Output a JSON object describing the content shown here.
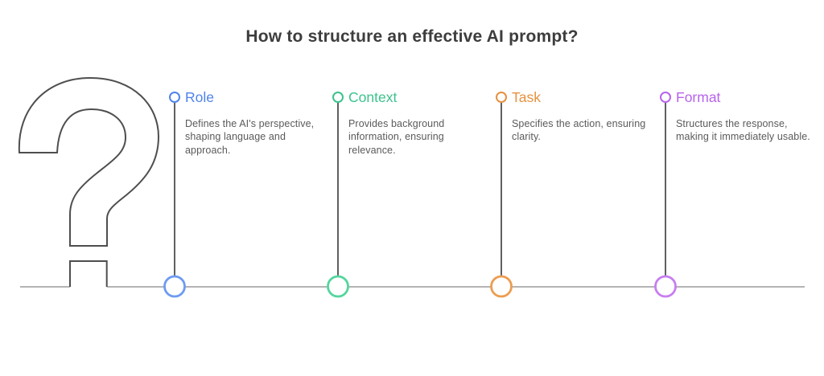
{
  "title": "How to structure an effective AI prompt?",
  "title_color": "#3d3d3d",
  "columns": [
    {
      "label": "Role",
      "description": "Defines the AI's perspective, shaping language and approach.",
      "color": "#4f83eb",
      "node_color": "#6d9bf2"
    },
    {
      "label": "Context",
      "description": "Provides background information, ensuring relevance.",
      "color": "#3cc28d",
      "node_color": "#54d59d"
    },
    {
      "label": "Task",
      "description": "Specifies the action, ensuring clarity.",
      "color": "#e6913f",
      "node_color": "#ec9d50"
    },
    {
      "label": "Format",
      "description": "Structures the response, making it immediately usable.",
      "color": "#b763ec",
      "node_color": "#c77ef0"
    }
  ],
  "text_color": "#5a5a5a",
  "graphic": {
    "question_mark_icon": "?",
    "outline_color": "#4e4e4e",
    "line_color": "#4e4e4e",
    "baseline_color": "#9b9b9b"
  }
}
